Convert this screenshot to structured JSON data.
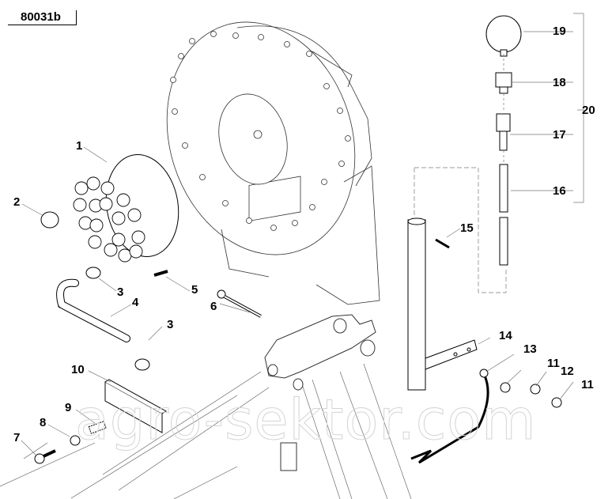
{
  "diagram": {
    "reference_code": "80031b",
    "watermark": "agro-sektor.com",
    "part_labels": [
      {
        "id": "1",
        "part": "distributor-head"
      },
      {
        "id": "2",
        "part": "cap"
      },
      {
        "id": "3",
        "part": "hose-clamp"
      },
      {
        "id": "3b",
        "text": "3",
        "part": "hose-clamp"
      },
      {
        "id": "4",
        "part": "corrugated-hose"
      },
      {
        "id": "5",
        "part": "screw"
      },
      {
        "id": "6",
        "part": "bolt"
      },
      {
        "id": "7",
        "part": "screw"
      },
      {
        "id": "8",
        "part": "washer"
      },
      {
        "id": "9",
        "part": "spring"
      },
      {
        "id": "10",
        "part": "bracket-channel"
      },
      {
        "id": "11",
        "part": "nut"
      },
      {
        "id": "11b",
        "text": "11",
        "part": "nut"
      },
      {
        "id": "12",
        "part": "washer"
      },
      {
        "id": "13",
        "part": "hook-rod"
      },
      {
        "id": "14",
        "part": "support-arm"
      },
      {
        "id": "15",
        "part": "wing-screw"
      },
      {
        "id": "16",
        "part": "tube"
      },
      {
        "id": "17",
        "part": "fitting"
      },
      {
        "id": "18",
        "part": "adapter"
      },
      {
        "id": "19",
        "part": "pressure-gauge"
      },
      {
        "id": "20",
        "part": "gauge-kit-group"
      }
    ],
    "labels_text": {
      "l1": "1",
      "l2": "2",
      "l3a": "3",
      "l3b": "3",
      "l4": "4",
      "l5": "5",
      "l6": "6",
      "l7": "7",
      "l8": "8",
      "l9": "9",
      "l10": "10",
      "l11a": "11",
      "l11b": "11",
      "l12": "12",
      "l13": "13",
      "l14": "14",
      "l15": "15",
      "l16": "16",
      "l17": "17",
      "l18": "18",
      "l19": "19",
      "l20": "20"
    }
  }
}
